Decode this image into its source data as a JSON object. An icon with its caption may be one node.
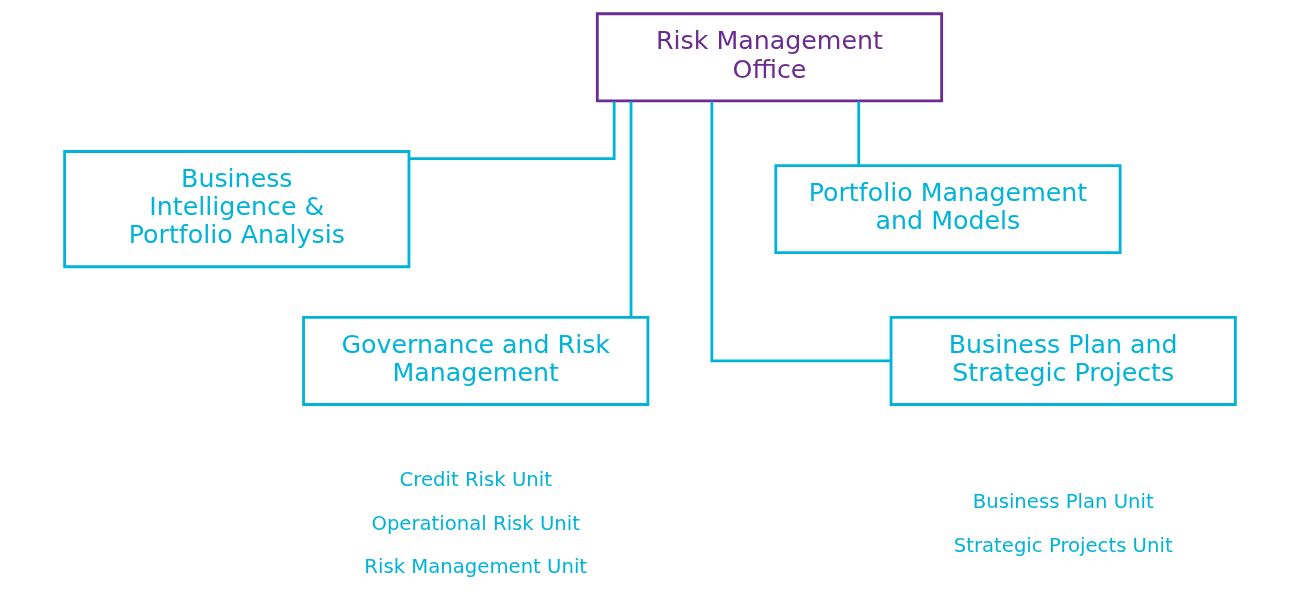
{
  "diagram": {
    "nodes": [
      {
        "text": [
          "Risk Management Office"
        ]
      },
      {
        "text": [
          "Business Intelligence & Portfolio Analysis"
        ]
      },
      {
        "text": [
          "Portfolio Management and Models"
        ]
      },
      {
        "text": [
          "Governance and Risk Management"
        ],
        "beside": [
          "Credit Risk Unit",
          "Operational Risk Unit",
          "Risk Management Unit"
        ]
      },
      {
        "text": [
          "Business Plan and Strategic Projects"
        ],
        "beside": [
          "Business Plan Unit",
          "Strategic Projects Unit"
        ]
      }
    ],
    "edges": [
      {
        "from": 0,
        "to": 1,
        "arrow": "none"
      },
      {
        "from": 0,
        "to": 2,
        "arrow": "none"
      },
      {
        "from": 0,
        "to": 3,
        "arrow": "none"
      },
      {
        "from": 0,
        "to": 4,
        "arrow": "none"
      }
    ]
  }
}
